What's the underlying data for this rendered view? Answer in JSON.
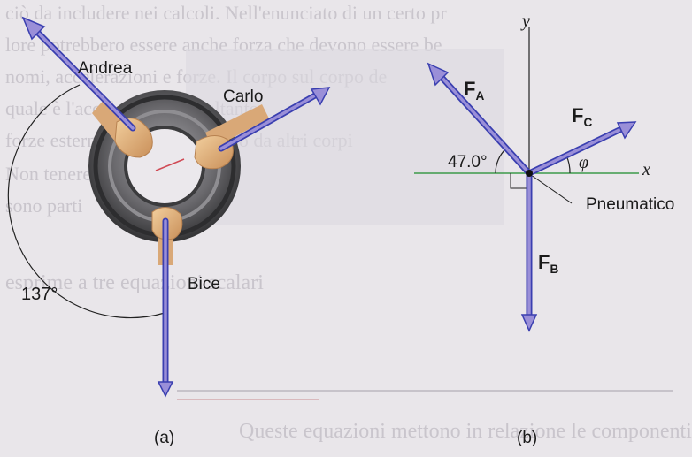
{
  "figure_a": {
    "names": {
      "andrea": "Andrea",
      "carlo": "Carlo",
      "bice": "Bice"
    },
    "angle_label": "137°",
    "caption": "(a)"
  },
  "figure_b": {
    "axis_x": "x",
    "axis_y": "y",
    "force_a": {
      "symbol": "F",
      "subscript": "A"
    },
    "force_b": {
      "symbol": "F",
      "subscript": "B"
    },
    "force_c": {
      "symbol": "F",
      "subscript": "C"
    },
    "angle_label": "47.0°",
    "phi_label": "φ",
    "object_label": "Pneumatico",
    "caption": "(b)"
  },
  "background_text": {
    "line1": "ciò da includere nei calcoli. Nell'enunciato di un certo pr",
    "line2": "lore potrebbero essere anche forza che devono essere be",
    "line3": "nomi, accelerazioni e forze. Il corpo sul corpo de",
    "line4": "quale è l'accelerazione risultante",
    "line5": "forze esterne applicate al corpo da altri corpi",
    "line6": "Non tenere conto delle forze",
    "line7": "sono parti",
    "line8": "esprime a tre equazioni scalari",
    "line9": "Queste equazioni mettono in relazione le componenti"
  },
  "colors": {
    "arrow_fill": "#9a8fd8",
    "arrow_outline": "#3a3fb0",
    "tire_dark": "#3d3d3f",
    "tire_mid": "#7b7a7e",
    "x_axis": "#3c9a4a",
    "hand": "#e7b884"
  }
}
